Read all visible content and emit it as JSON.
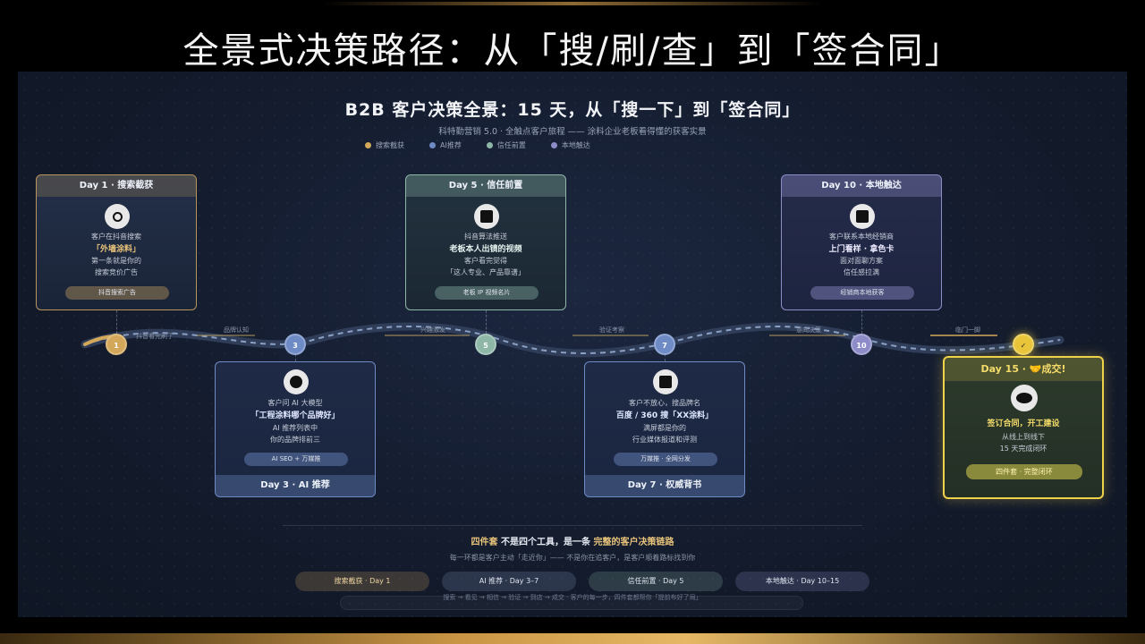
{
  "slide_title": "全景式决策路径：从「搜/刷/查」到「签合同」",
  "stage": {
    "title": "B2B 客户决策全景：15 天，从「搜一下」到「签合同」",
    "subtitle": "科特勤营销 5.0 · 全触点客户旅程 —— 涂料企业老板看得懂的获客实景",
    "legend": [
      {
        "label": "搜索截获",
        "color": "#d4a85a"
      },
      {
        "label": "AI推荐",
        "color": "#6f8bc6"
      },
      {
        "label": "信任前置",
        "color": "#8fb7a8"
      },
      {
        "label": "本地触达",
        "color": "#8e8cc8"
      }
    ]
  },
  "cards": {
    "day1": {
      "head": "Day 1 · 搜索截获",
      "icon": "search-icon",
      "l1": "客户在抖音搜索",
      "em": "「外墙涂料」",
      "l2": "第一条就是你的",
      "l3": "搜索竞价广告",
      "pill": "抖音搜索广告"
    },
    "day3": {
      "foot": "Day 3 · AI 推荐",
      "icon": "ai-icon",
      "l1": "客户问 AI 大模型",
      "em": "「工程涂料哪个品牌好」",
      "l2": "AI 推荐列表中",
      "l3": "你的品牌排前三",
      "pill": "AI SEO + 万媒推"
    },
    "day5": {
      "head": "Day 5 · 信任前置",
      "icon": "video-icon",
      "l1": "抖音算法推送",
      "em": "老板本人出镜的视频",
      "l2": "客户看完觉得",
      "l3": "「这人专业、产品靠谱」",
      "pill": "老板 IP 视频名片"
    },
    "day7": {
      "foot": "Day 7 · 权威背书",
      "icon": "news-icon",
      "l1": "客户不放心，搜品牌名",
      "em": "百度 / 360 搜「XX涂料」",
      "l2": "满屏都是你的",
      "l3": "行业媒体报道和评测",
      "pill": "万媒推 · 全网分发"
    },
    "day10": {
      "head": "Day 10 · 本地触达",
      "icon": "store-icon",
      "l1": "客户联系本地经销商",
      "em": "上门看样 · 拿色卡",
      "l2": "面对面聊方案",
      "l3": "信任感拉满",
      "pill": "经销商本地获客"
    },
    "day15": {
      "head": "Day 15 · 🤝成交!",
      "icon": "handshake-icon",
      "em": "签订合同，开工建设",
      "l2": "从线上到线下",
      "l3": "15 天完成闭环",
      "pill": "四件套 · 完整闭环"
    }
  },
  "nodes": [
    {
      "label": "1",
      "color": "#d4a85a"
    },
    {
      "label": "3",
      "color": "#6f8bc6"
    },
    {
      "label": "5",
      "color": "#8fb7a8"
    },
    {
      "label": "7",
      "color": "#6f8bc6"
    },
    {
      "label": "10",
      "color": "#8e8cc8"
    },
    {
      "label": "✓",
      "color": "#e8c53a"
    }
  ],
  "arrows": [
    "抖音看完刷了",
    "品牌认知",
    "兴趣激发",
    "验证考察",
    "意向决策",
    "临门一脚"
  ],
  "footer": {
    "title_a": "四件套",
    "title_b": " 不是四个工具，是一条 ",
    "title_c": "完整的客户决策链路",
    "sub": "每一环都是客户主动「走近你」—— 不是你在追客户，是客户顺着路标找到你",
    "chips": [
      "搜索截获 · Day 1",
      "AI 推荐 · Day 3–7",
      "信任前置 · Day 5",
      "本地触达 · Day 10–15"
    ],
    "flow": "搜索 → 看见 → 相信 → 验证 → 到店 → 成交 · 客户的每一步，四件套都帮你「提前布好了局」"
  }
}
